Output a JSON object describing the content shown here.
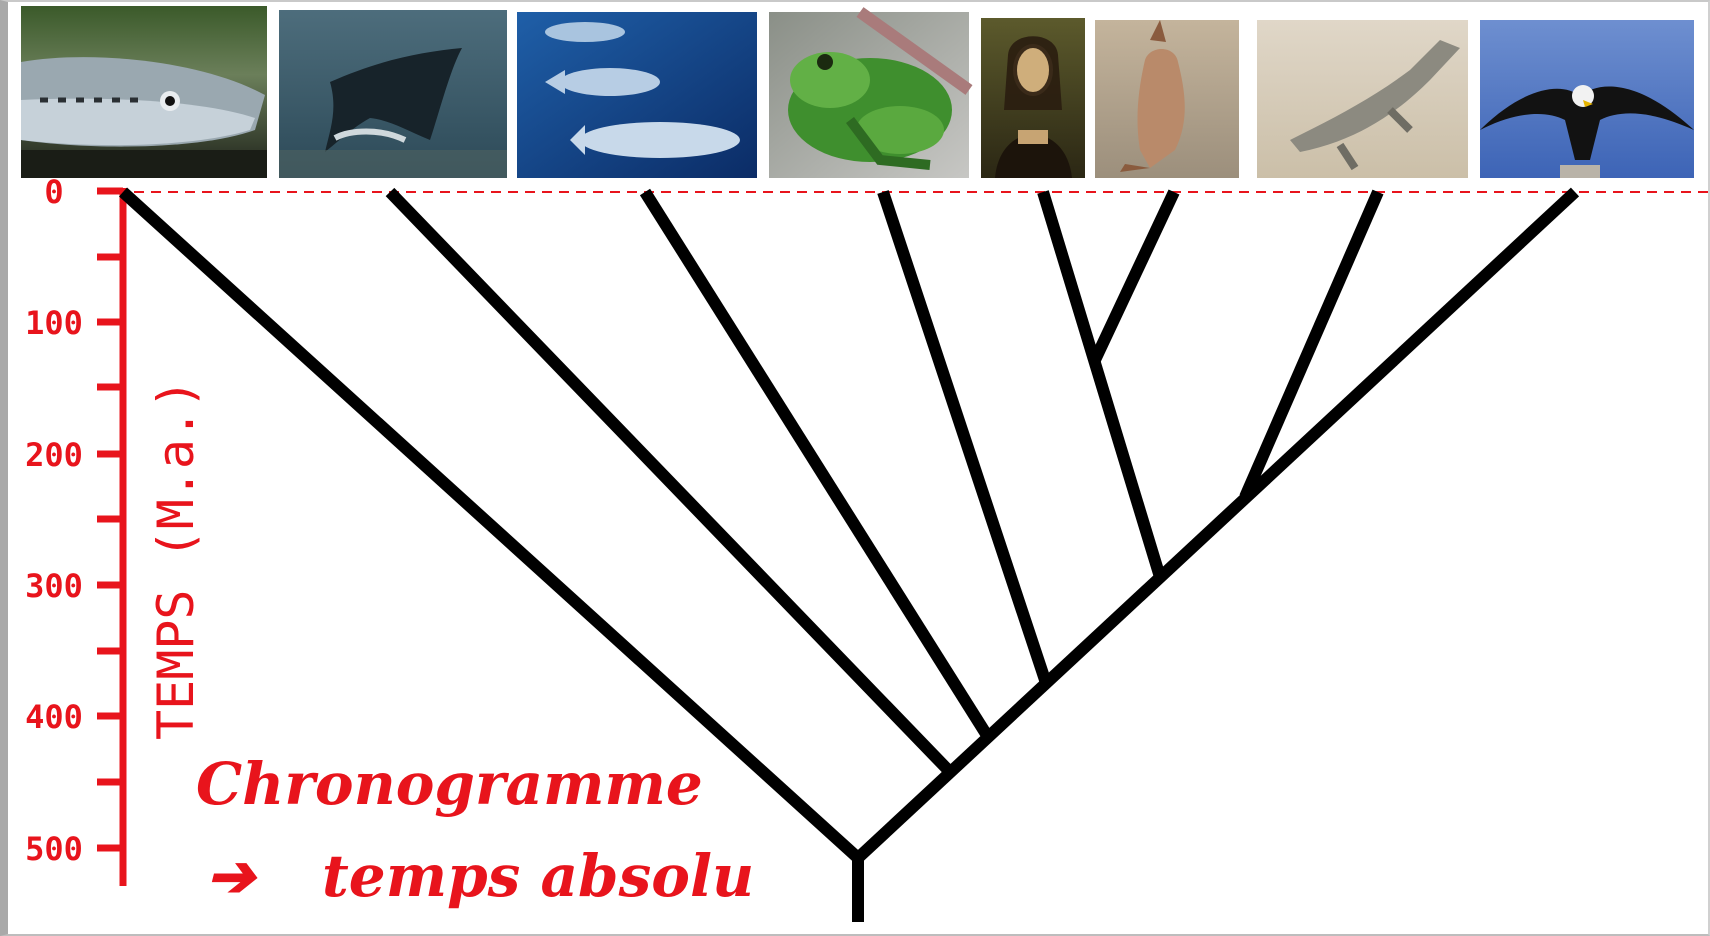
{
  "axis": {
    "title": "TEMPS (M.a.)",
    "ticks": [
      "0",
      "100",
      "200",
      "300",
      "400",
      "500"
    ],
    "color": "#e8141c"
  },
  "caption": {
    "line1": "Chronogramme",
    "arrow": "➔",
    "line2": "temps absolu"
  },
  "taxa": [
    {
      "name": "fish-photo",
      "alt": "poisson"
    },
    {
      "name": "manta-ray-photo",
      "alt": "raie manta"
    },
    {
      "name": "tuna-photo",
      "alt": "thons"
    },
    {
      "name": "frog-photo",
      "alt": "grenouille"
    },
    {
      "name": "mona-lisa-photo",
      "alt": "Joconde"
    },
    {
      "name": "kangaroo-photo",
      "alt": "kangourou"
    },
    {
      "name": "crocodile-photo",
      "alt": "crocodile"
    },
    {
      "name": "eagle-photo",
      "alt": "aigle"
    }
  ],
  "colors": {
    "tree": "#000000",
    "axis": "#e8141c",
    "present_line": "#e8141c"
  }
}
